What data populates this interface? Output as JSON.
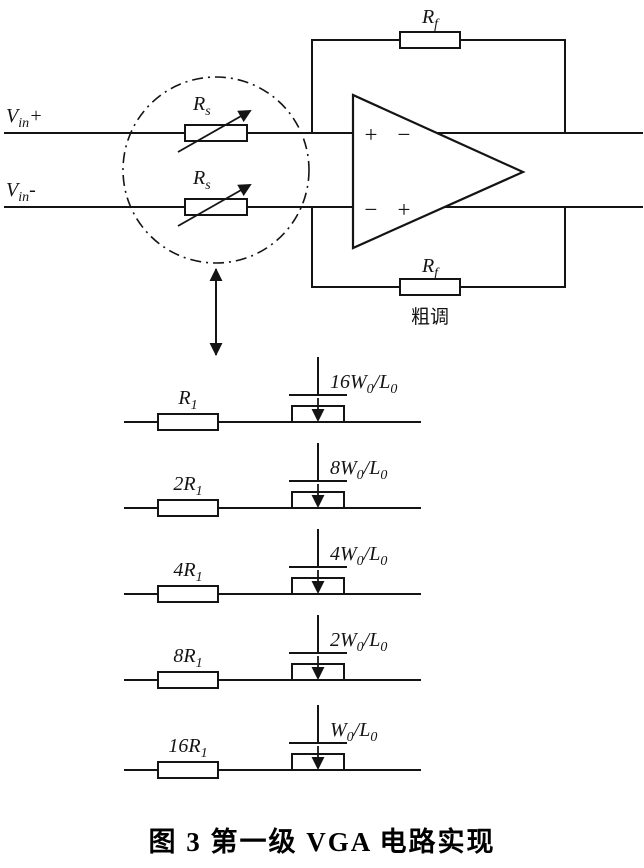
{
  "top": {
    "vin_plus": {
      "base": "V",
      "sub": "in",
      "sign": "+"
    },
    "vin_minus": {
      "base": "V",
      "sub": "in",
      "sign": "-"
    },
    "rs_top": {
      "base": "R",
      "sub": "s"
    },
    "rs_bot": {
      "base": "R",
      "sub": "s"
    },
    "rf_top": {
      "base": "R",
      "sub": "f"
    },
    "rf_bot": {
      "base": "R",
      "sub": "f"
    },
    "opamp": {
      "in_top_left": "+",
      "in_top_right": "−",
      "in_bot_left": "−",
      "in_bot_right": "+"
    },
    "coarse_tune_label": "粗调"
  },
  "branches": [
    {
      "res": "R",
      "res_sub": "1",
      "mos_a": "16W",
      "mos_sub1": "0",
      "mos_b": "/L",
      "mos_sub2": "0"
    },
    {
      "res": "2R",
      "res_sub": "1",
      "mos_a": "8W",
      "mos_sub1": "0",
      "mos_b": "/L",
      "mos_sub2": "0"
    },
    {
      "res": "4R",
      "res_sub": "1",
      "mos_a": "4W",
      "mos_sub1": "0",
      "mos_b": "/L",
      "mos_sub2": "0"
    },
    {
      "res": "8R",
      "res_sub": "1",
      "mos_a": "2W",
      "mos_sub1": "0",
      "mos_b": "/L",
      "mos_sub2": "0"
    },
    {
      "res": "16R",
      "res_sub": "1",
      "mos_a": "W",
      "mos_sub1": "0",
      "mos_b": "/L",
      "mos_sub2": "0"
    }
  ],
  "caption": "图 3  第一级 VGA 电路实现",
  "colors": {
    "ink": "#141414",
    "background": "#ffffff"
  }
}
